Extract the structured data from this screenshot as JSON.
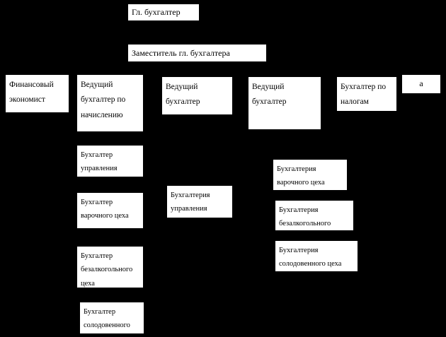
{
  "diagram": {
    "type": "org-chart",
    "background_color": "#000000",
    "box_background": "#ffffff",
    "box_text_color": "#000000"
  },
  "boxes": {
    "chief": "Гл. бухгалтер",
    "deputy": "Заместитель гл. бухгалтера",
    "fin_economist": "Финансовый экономист",
    "lead_accrual": "Ведущий бухгалтер по начислению",
    "lead_accountant_1": "Ведущий бухгалтер",
    "lead_accountant_2": "Ведущий бухгалтер",
    "tax_accountant": "Бухгалтер по налогам",
    "a_box": "а",
    "accountant_management": "Бухгалтер управления",
    "accountant_brewing": "Бухгалтер варочного цеха",
    "accountant_soft_drinks": "Бухгалтер безалкогольного цеха",
    "accountant_malt": "Бухгалтер солодовенного",
    "dept_management": "Бухгалтерия управления",
    "dept_brewing": "Бухгалтерия варочного цеха",
    "dept_soft_drinks": "Бухгалтерия безалкогольного",
    "dept_malt": "Бухгалтерия солодовенного цеха"
  }
}
